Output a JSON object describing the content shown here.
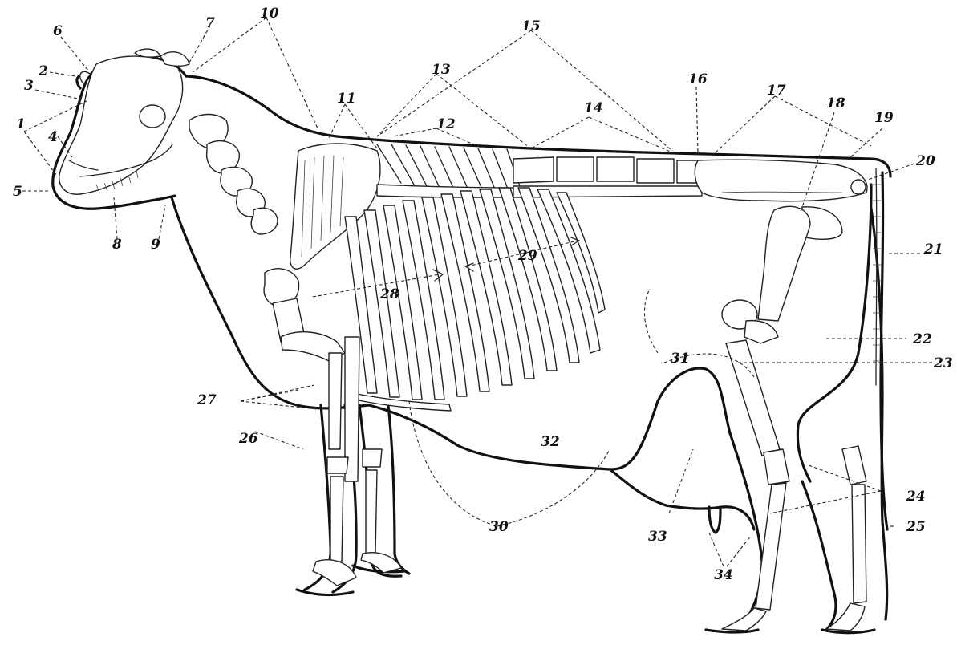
{
  "labels": [
    "1",
    "2",
    "3",
    "4",
    "5",
    "6",
    "7",
    "8",
    "9",
    "10",
    "11",
    "12",
    "13",
    "14",
    "15",
    "16",
    "17",
    "18",
    "19",
    "20",
    "21",
    "22",
    "23",
    "24",
    "25",
    "26",
    "27",
    "28",
    "29",
    "30",
    "31",
    "32",
    "33",
    "34"
  ],
  "colors": {
    "ink": "#111111",
    "paper": "#ffffff"
  }
}
